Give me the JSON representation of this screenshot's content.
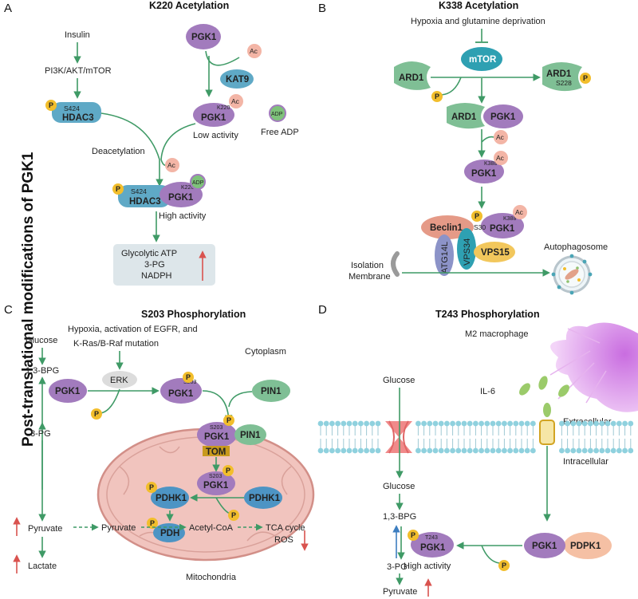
{
  "side_title": "Post-translational modifications of PGK1",
  "panels": {
    "A": {
      "letter": "A",
      "title": "K220 Acetylation",
      "insulin": "Insulin",
      "pathway": "PI3K/AKT/mTOR",
      "hdac3": "HDAC3",
      "s424": "S424",
      "pgk1": "PGK1",
      "ac": "Ac",
      "kat9": "KAT9",
      "k220": "K220",
      "low_activity": "Low activity",
      "adp": "ADP",
      "free_adp": "Free ADP",
      "deacetylation": "Deacetylation",
      "high_activity": "High activity",
      "p": "P",
      "products": [
        "Glycolytic ATP",
        "3-PG",
        "NADPH"
      ]
    },
    "B": {
      "letter": "B",
      "title": "K338 Acetylation",
      "stress": "Hypoxia and glutamine deprivation",
      "mtor": "mTOR",
      "ard1": "ARD1",
      "s228": "S228",
      "pgk1": "PGK1",
      "ac": "Ac",
      "k388": "K388",
      "beclin1": "Beclin1",
      "s30": "S30",
      "atg14l": "ATG14L",
      "vps34": "VPS34",
      "vps15": "VPS15",
      "autophagosome": "Autophagosome",
      "isolation": "Isolation",
      "membrane": "Membrane",
      "p": "P"
    },
    "C": {
      "letter": "C",
      "title": "S203 Phosphorylation",
      "stress_line1": "Hypoxia, activation of EGFR, and",
      "stress_line2": "K-Ras/B-Raf mutation",
      "glucose": "Glucose",
      "bpg": "1,3-BPG",
      "erk": "ERK",
      "cytoplasm": "Cytoplasm",
      "pgk1": "PGK1",
      "s203": "S203",
      "pin1": "PIN1",
      "tom": "TOM",
      "pg3": "3-PG",
      "pdhk1": "PDHK1",
      "pdh": "PDH",
      "pyruvate": "Pyruvate",
      "acetyl_coa": "Acetyl-CoA",
      "tca": "TCA cycle",
      "ros": "ROS",
      "lactate": "Lactate",
      "mitochondria": "Mitochondria",
      "p": "P"
    },
    "D": {
      "letter": "D",
      "title": "T243 Phosphorylation",
      "m2": "M2 macrophage",
      "il6": "IL-6",
      "glucose": "Glucose",
      "extracellular": "Extracellular",
      "intracellular": "Intracellular",
      "bpg": "1,3-BPG",
      "t243": "T243",
      "pgk1": "PGK1",
      "pdpk1": "PDPK1",
      "high_activity": "High activity",
      "pg3": "3-PG",
      "pyruvate": "Pyruvate",
      "p": "P"
    }
  },
  "colors": {
    "arrow": "#3f9a66",
    "pgk1": "#a27bbd",
    "hdac3": "#5fa9c6",
    "ac": "#f3b5a6",
    "p": "#f2be2c",
    "ard1": "#7fbf95",
    "mtor": "#2ea0b2",
    "beclin1": "#e59a87",
    "vps15": "#f2c75c",
    "atg14l": "#8c93c8",
    "mito": "#f1c4be",
    "membrane": "#8fd1de",
    "up": "#d9534f",
    "macrophage": "#d98be6"
  }
}
